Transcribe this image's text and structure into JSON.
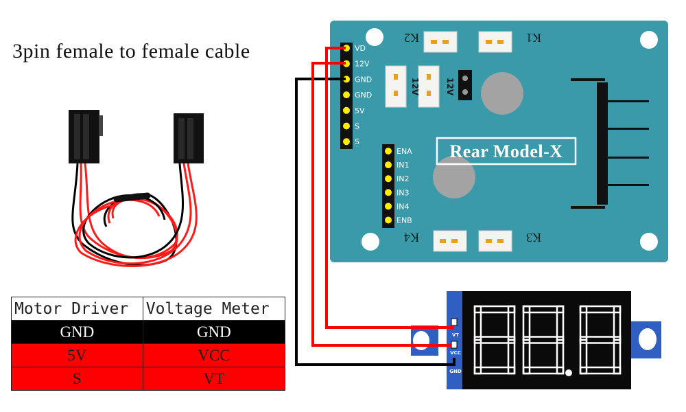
{
  "caption": "3pin female to female cable",
  "driver_board": {
    "model_label": "Rear Model-X",
    "power_pins": [
      "VD",
      "12V",
      "GND",
      "GND",
      "5V",
      "S",
      "S"
    ],
    "input_pins": [
      "ENA",
      "IN1",
      "IN2",
      "IN3",
      "IN4",
      "ENB"
    ],
    "jumper_labels": [
      "12V",
      "12V"
    ],
    "terminal_labels": [
      "K2",
      "K1",
      "K4",
      "K3"
    ],
    "color": "#3a9aaa"
  },
  "voltage_meter": {
    "pin_labels": [
      "VT",
      "VCC",
      "GND"
    ],
    "display_color": "#ffffff"
  },
  "table": {
    "headers": [
      "Motor Driver",
      "Voltage Meter"
    ],
    "rows": [
      [
        "GND",
        "GND"
      ],
      [
        "5V",
        "VCC"
      ],
      [
        "S",
        "VT"
      ]
    ]
  },
  "colors": {
    "wire_red": "#ff0000",
    "wire_black": "#000000",
    "pin_yellow": "#ffee00",
    "meter_frame": "#2f5fc0"
  }
}
